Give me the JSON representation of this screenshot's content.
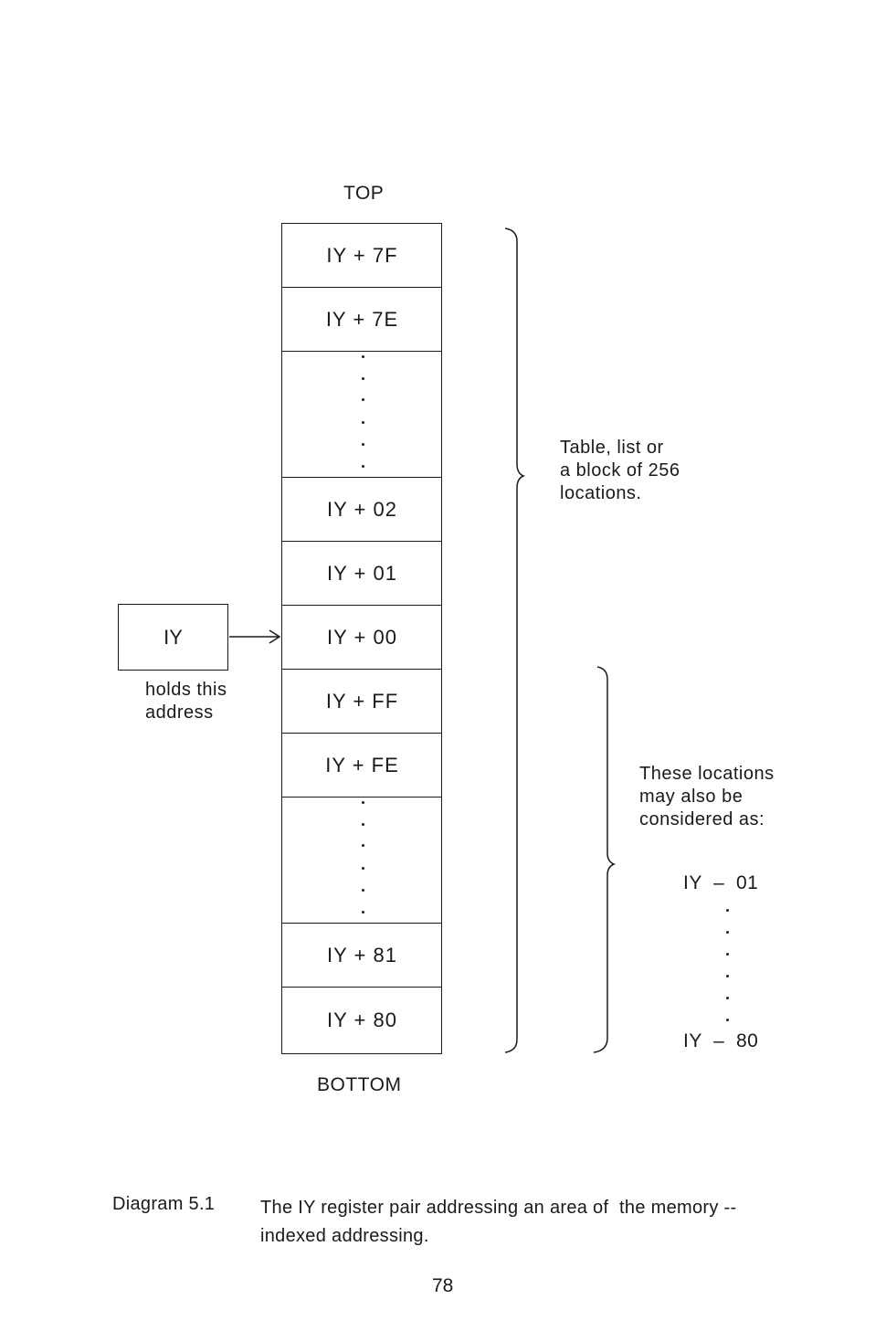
{
  "diagram": {
    "top_label": "TOP",
    "bottom_label": "BOTTOM",
    "cells": [
      {
        "label": "IY + 7F"
      },
      {
        "label": "IY + 7E"
      },
      {
        "label": ""
      },
      {
        "label": "IY + 02"
      },
      {
        "label": "IY + 01"
      },
      {
        "label": "IY + 00"
      },
      {
        "label": "IY + FF"
      },
      {
        "label": "IY + FE"
      },
      {
        "label": ""
      },
      {
        "label": "IY + 81"
      },
      {
        "label": "IY + 80"
      }
    ],
    "register": {
      "label": "IY",
      "note_line1": "holds this",
      "note_line2": "address"
    },
    "brace_block": {
      "line1": "Table, list or",
      "line2": "a block of 256",
      "line3": "locations."
    },
    "brace_negative": {
      "line1": "These locations",
      "line2": "may also be",
      "line3": "considered as:",
      "first": "IY  –  01",
      "last": "IY  –  80"
    }
  },
  "caption": {
    "label": "Diagram 5.1",
    "text_line1": "The IY register pair addressing an area of  the memory --",
    "text_line2": "indexed addressing."
  },
  "page_number": "78"
}
